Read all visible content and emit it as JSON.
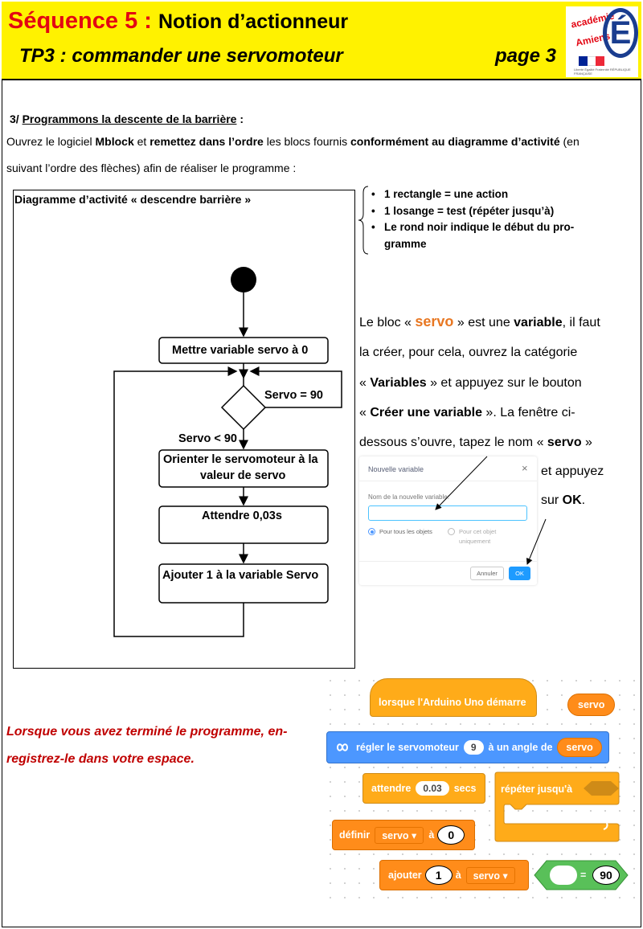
{
  "header": {
    "sequence_label": "Séquence",
    "sequence_number": "5",
    "sequence_colon": ":",
    "notion": "Notion d’actionneur",
    "tp_title": "TP3 : commander une servomoteur",
    "page_label": "page 3",
    "logo_text_1": "académie",
    "logo_text_2": "Amiens",
    "logo_letter": "É",
    "logo_small": "Liberté Égalité Fraternité RÉPUBLIQUE FRANÇAISE",
    "flag_colors": [
      "#002395",
      "#ffffff",
      "#ed2939"
    ]
  },
  "section": {
    "number": "3/",
    "title": "Programmons la descente de la barrière",
    "colon": ":"
  },
  "intro": {
    "part1": "Ouvrez le logiciel ",
    "mblock": "Mblock",
    "part2": " et ",
    "reorder": "remettez dans l’ordre",
    "part3": " les blocs fournis ",
    "conform": "conformément au diagramme d’activité",
    "part4": " (en",
    "line2": "suivant l’ordre des flèches) afin de réaliser le programme  :"
  },
  "diagram": {
    "title": "Diagramme d’activité « descendre barrière »",
    "step1": "Mettre variable servo à 0",
    "condition": "Servo = 90",
    "branch": "Servo < 90",
    "step2_line1": "Orienter le servomoteur à la",
    "step2_line2": "valeur de servo",
    "step3": "Attendre 0,03s",
    "step4": "Ajouter 1 à la variable Servo"
  },
  "legend": {
    "items": [
      "1 rectangle = une action",
      "1 losange = test (répéter jusqu’à)",
      "Le rond noir indique le début du pro-",
      "gramme"
    ]
  },
  "explanation": {
    "l1_a": "Le bloc « ",
    "l1_servo": "servo",
    "l1_b": " » est une ",
    "l1_variable": "variable",
    "l1_c": ", il faut",
    "l2": "la créer, pour cela, ouvrez la catégorie",
    "l3_a": "« ",
    "l3_variables": "Variables",
    "l3_b": " » et appuyez sur le bouton",
    "l4_a": "« ",
    "l4_create": "Créer une variable",
    "l4_b": " ». La fenêtre ci-",
    "l5": "dessous s’ouvre, tapez le nom « ",
    "l5_servo": "servo",
    "l5_b": " »",
    "l6": "et appuyez",
    "l7_a": "sur ",
    "l7_ok": "OK",
    "l7_b": "."
  },
  "dialog": {
    "title": "Nouvelle variable",
    "close": "×",
    "field_label": "Nom de la nouvelle variable:",
    "field_value": "",
    "radio1": "Pour tous les objets",
    "radio2_line1": "Pour cet objet",
    "radio2_line2": "uniquement",
    "cancel": "Annuler",
    "ok": "OK",
    "accent": "#0fbd8c",
    "ok_color": "#1e9bff"
  },
  "closing": {
    "line1": "Lorsque vous avez terminé le programme, en-",
    "line2": "registrez-le dans votre espace."
  },
  "blocks": {
    "hat": "lorsque l'Arduino Uno démarre",
    "var_reporter": "servo",
    "servo_set_a": "régler le servomoteur",
    "servo_pin": "9",
    "servo_set_b": "à un angle de",
    "servo_set_var": "servo",
    "wait_a": "attendre",
    "wait_value": "0.03",
    "wait_b": "secs",
    "repeat": "répéter jusqu'à",
    "set_a": "définir",
    "set_var": "servo ▾",
    "set_b": "à",
    "set_value": "0",
    "change_a": "ajouter",
    "change_value": "1",
    "change_b": "à",
    "change_var": "servo ▾",
    "equals_sign": "=",
    "equals_value": "90",
    "colors": {
      "control": "#ffab19",
      "variable": "#ff8c1a",
      "servo": "#4c97ff",
      "operator": "#59c059"
    }
  }
}
